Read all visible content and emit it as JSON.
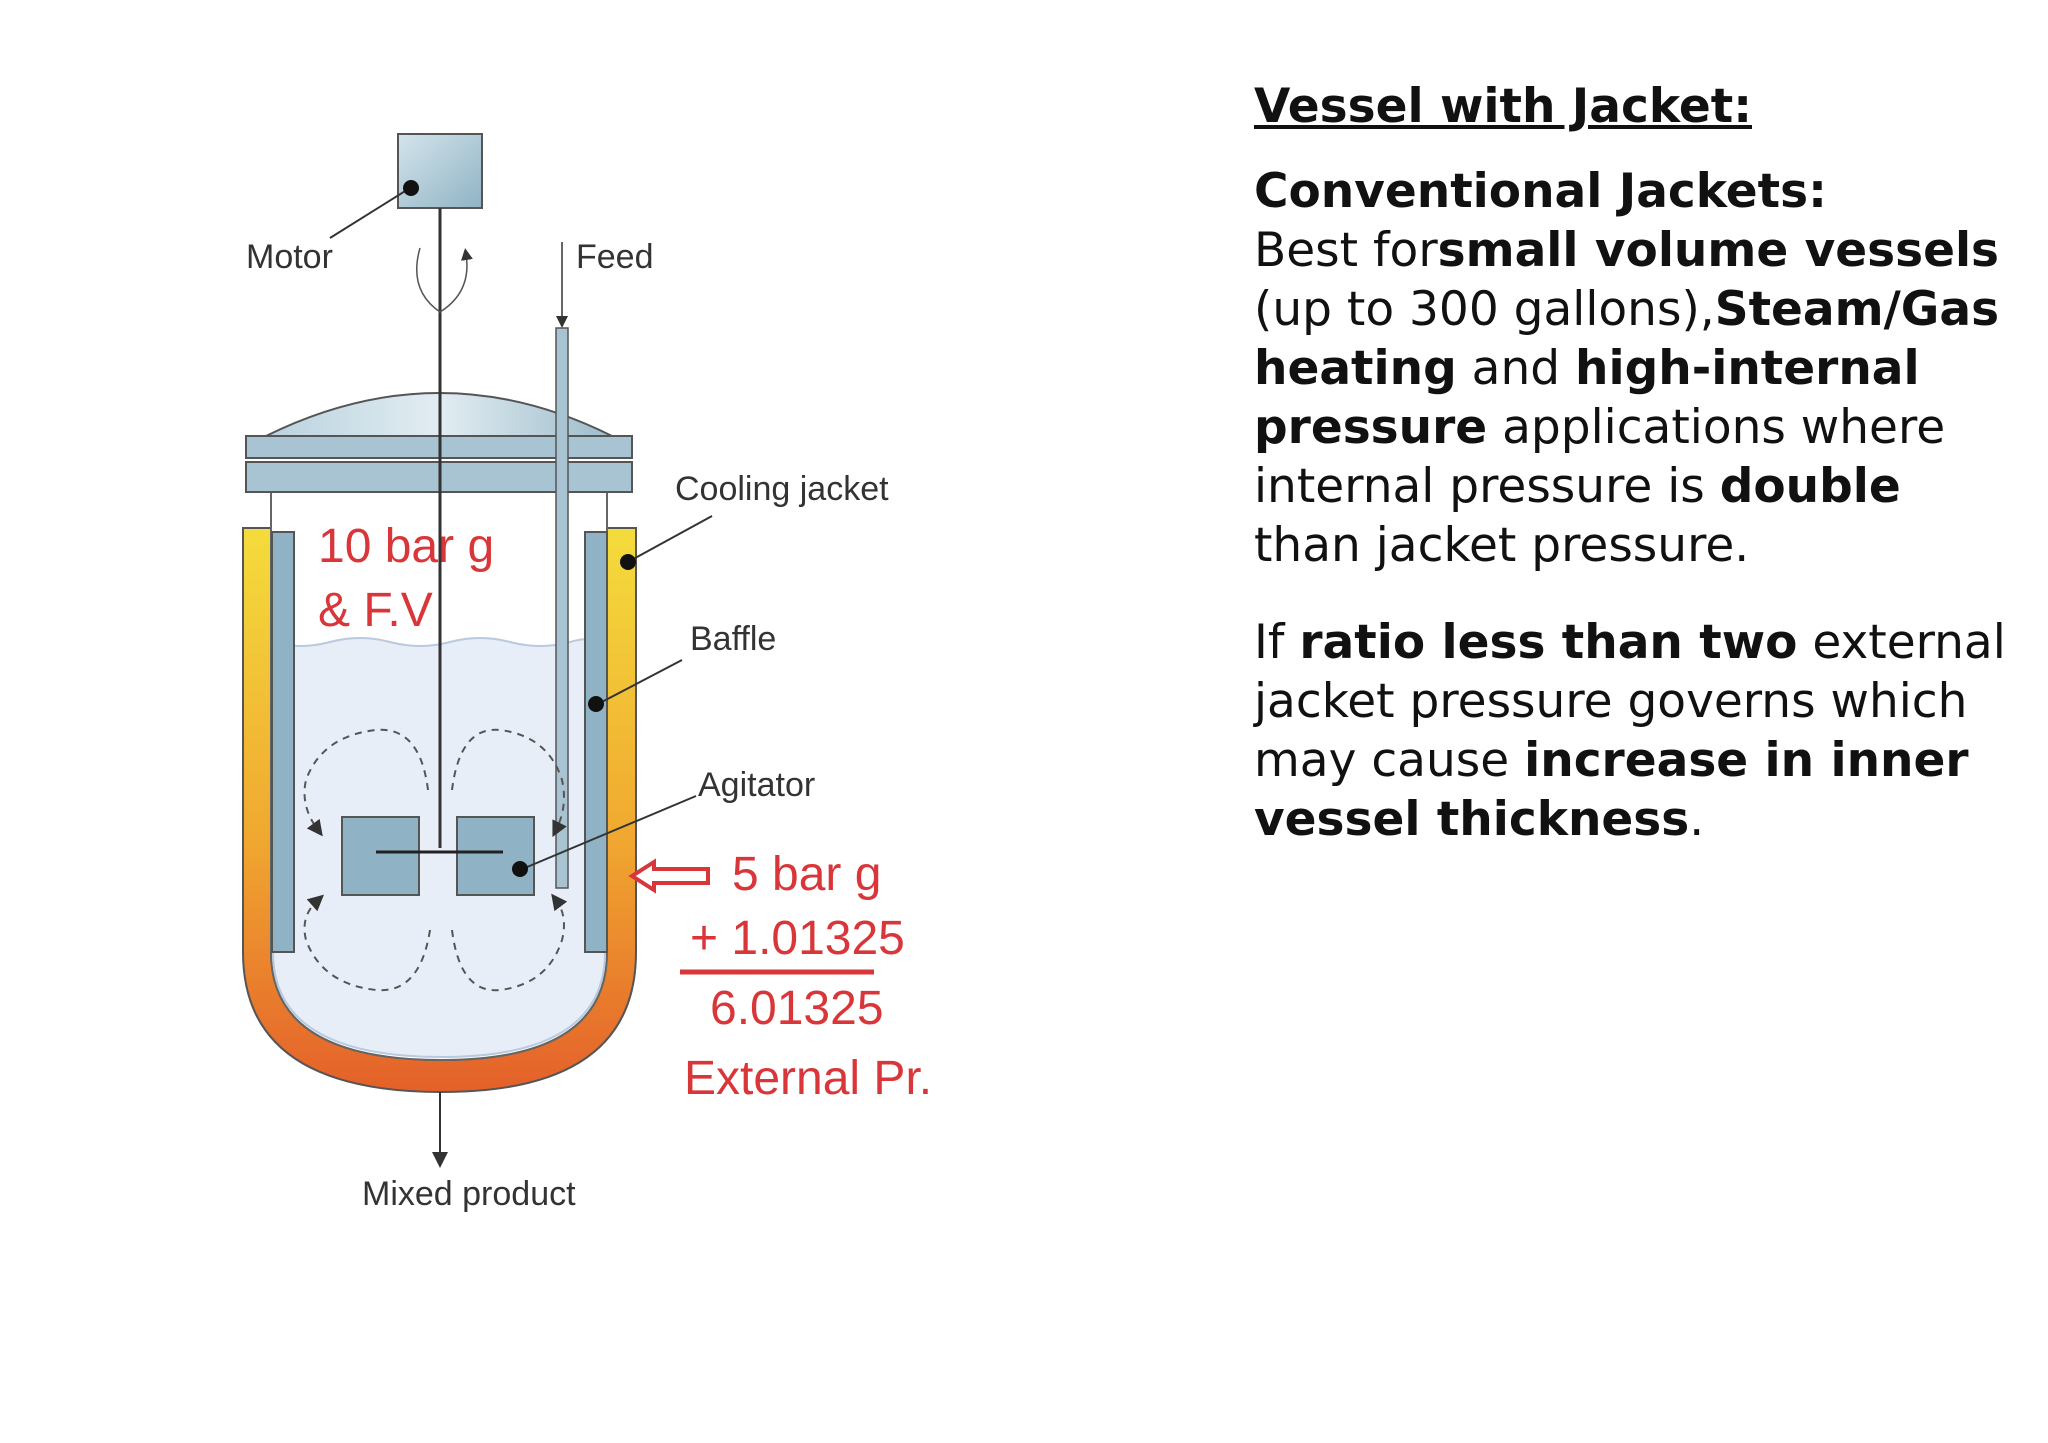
{
  "diagram": {
    "labels": {
      "motor": "Motor",
      "feed": "Feed",
      "cooling_jacket": "Cooling jacket",
      "baffle": "Baffle",
      "agitator": "Agitator",
      "mixed_product": "Mixed product"
    },
    "annotations": {
      "internal_line1": "10 bar g",
      "internal_line2": "& F.V",
      "external_line1": "5 bar g",
      "external_line2": "+ 1.01325",
      "external_line3": "6.01325",
      "external_line4": "External Pr."
    },
    "colors": {
      "jacket_top": "#f2d63a",
      "jacket_bottom": "#e8672a",
      "vessel_steel": "#8fb3c4",
      "liquid": "#e8eef8",
      "annotation": "#d9363a"
    }
  },
  "text": {
    "heading": "Vessel with Jacket:",
    "p1": {
      "title": "Conventional Jackets:",
      "t1": "Best for",
      "b1": "small volume vessels",
      "t2": " (up to 300 gallons),",
      "b2": "Steam/Gas heating",
      "t3": " and ",
      "b3": "high-internal pressure",
      "t4": " applications where internal pressure is ",
      "b4": "double",
      "t5": " than jacket pressure."
    },
    "p2": {
      "t1": "If ",
      "b1": "ratio less than two",
      "t2": " external jacket pressure governs which may cause ",
      "b2": "increase in inner vessel thickness",
      "t3": "."
    }
  }
}
